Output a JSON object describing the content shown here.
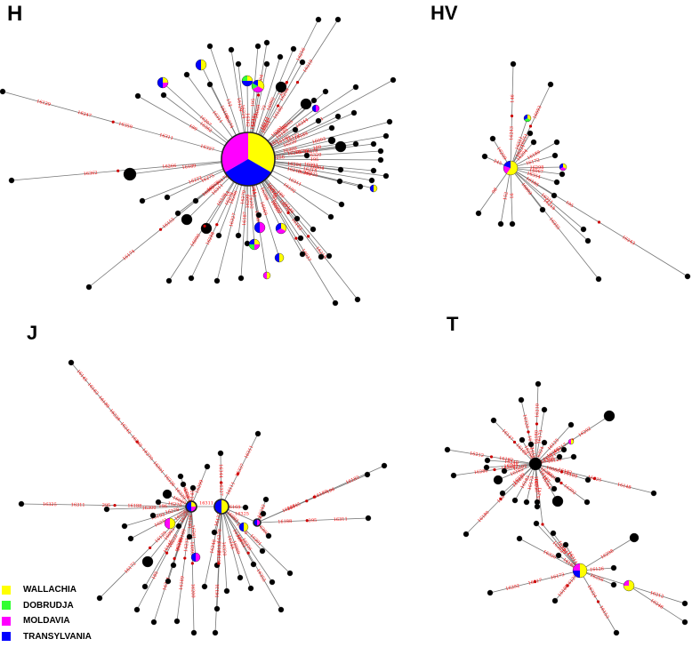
{
  "colors": {
    "wallachia": "#ffff00",
    "dobrudja": "#33ff33",
    "moldavia": "#ff00ff",
    "transylvania": "#0000ff",
    "edge": "#777777",
    "label": "#ff0000",
    "median": "#cc0000"
  },
  "panels": {
    "H": "H",
    "HV": "HV",
    "J": "J",
    "T": "T"
  },
  "legend": [
    {
      "label": "WALLACHIA",
      "color": "#ffff00"
    },
    {
      "label": "DOBRUDJA",
      "color": "#33ff33"
    },
    {
      "label": "MOLDAVIA",
      "color": "#ff00ff"
    },
    {
      "label": "TRANSYLVANIA",
      "color": "#0000ff"
    }
  ],
  "mutation_labels": {
    "H": [
      "16146",
      "16183",
      "16256",
      "16180",
      "16319",
      "16254",
      "16304",
      "16301",
      "16298",
      "16092",
      "195",
      "73",
      "16069",
      "16111",
      "16243",
      "16362",
      "16224",
      "16129",
      "152",
      "16192",
      "16274",
      "16311",
      "16207",
      "16362",
      "189",
      "16291",
      "16189",
      "16140",
      "16265",
      "16344",
      "41",
      "16093",
      "16189",
      "16172",
      "16239",
      "16309",
      "189",
      "16278",
      "16298",
      "16320",
      "16263",
      "195",
      "16093",
      "16218",
      "16325",
      "16294",
      "16213",
      "16260",
      "16304",
      "16311",
      "16192",
      "189",
      "91",
      "16362",
      "16288",
      "152",
      "16284",
      "16069",
      "16093",
      "16290",
      "16270",
      "16292",
      "16187",
      "16327",
      "14",
      "16266",
      "16278",
      "16288",
      "16311",
      "16263",
      "16320",
      "16090",
      "16093",
      "16155",
      "16174",
      "16222",
      "16189",
      "16266",
      "16362",
      "16327",
      "16311",
      "16359",
      "16247",
      "16129",
      "16275",
      "16172",
      "16069",
      "16346",
      "16183",
      "16093",
      "16037",
      "16076",
      "16218"
    ],
    "HV": [
      "16243",
      "146",
      "16251",
      "16093",
      "16311",
      "16221",
      "16294",
      "16189",
      "16172",
      "16298",
      "16067",
      "16354",
      "16185",
      "16209",
      "245",
      "98",
      "152",
      "91",
      "16093",
      "16335",
      "16218",
      "16311",
      "195"
    ],
    "J": [
      "16329",
      "16326",
      "16301",
      "16270",
      "16248",
      "16242",
      "16228",
      "16189",
      "16183",
      "16145",
      "196",
      "16188",
      "295",
      "16311",
      "16325",
      "16300",
      "16193",
      "16231",
      "16270",
      "16278",
      "16256",
      "16069",
      "16093",
      "16145",
      "16129",
      "16172",
      "16222",
      "185",
      "16193",
      "16235",
      "16311",
      "16231",
      "16189",
      "16093",
      "16200",
      "16261",
      "16126",
      "16145",
      "16261",
      "16299",
      "16274",
      "16224",
      "16189",
      "16327",
      "16344",
      "16111",
      "16337",
      "16311",
      "16169",
      "16093",
      "16172",
      "16278",
      "16193",
      "16131",
      "16192",
      "16320",
      "16248",
      "16069",
      "16092",
      "16355"
    ],
    "T": [
      "16180",
      "16210",
      "16192",
      "16320",
      "16173",
      "16217",
      "16292",
      "16125",
      "16189",
      "16147",
      "16362",
      "16311",
      "16298",
      "16126",
      "16256",
      "16324",
      "16153",
      "16182",
      "16212",
      "16248",
      "16316",
      "16280",
      "16294",
      "16163",
      "16182",
      "16325",
      "16148",
      "16080",
      "16189",
      "16241",
      "16187",
      "16364",
      "16296",
      "16392",
      "16279",
      "16183",
      "16173",
      "16092",
      "16129",
      "133"
    ]
  }
}
